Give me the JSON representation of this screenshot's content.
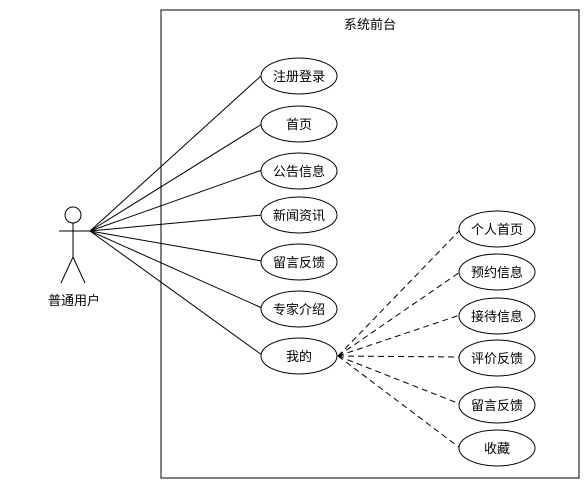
{
  "system": {
    "title": "系统前台"
  },
  "actor": {
    "name": "普通用户"
  },
  "use_cases": [
    {
      "id": "uc1",
      "label": "注册登录"
    },
    {
      "id": "uc2",
      "label": "首页"
    },
    {
      "id": "uc3",
      "label": "公告信息"
    },
    {
      "id": "uc4",
      "label": "新闻资讯"
    },
    {
      "id": "uc5",
      "label": "留言反馈"
    },
    {
      "id": "uc6",
      "label": "专家介绍"
    },
    {
      "id": "uc7",
      "label": "我的"
    }
  ],
  "sub_use_cases": [
    {
      "id": "sub1",
      "label": "个人首页"
    },
    {
      "id": "sub2",
      "label": "预约信息"
    },
    {
      "id": "sub3",
      "label": "接待信息"
    },
    {
      "id": "sub4",
      "label": "评价反馈"
    },
    {
      "id": "sub5",
      "label": "留言反馈"
    },
    {
      "id": "sub6",
      "label": "收藏"
    }
  ]
}
